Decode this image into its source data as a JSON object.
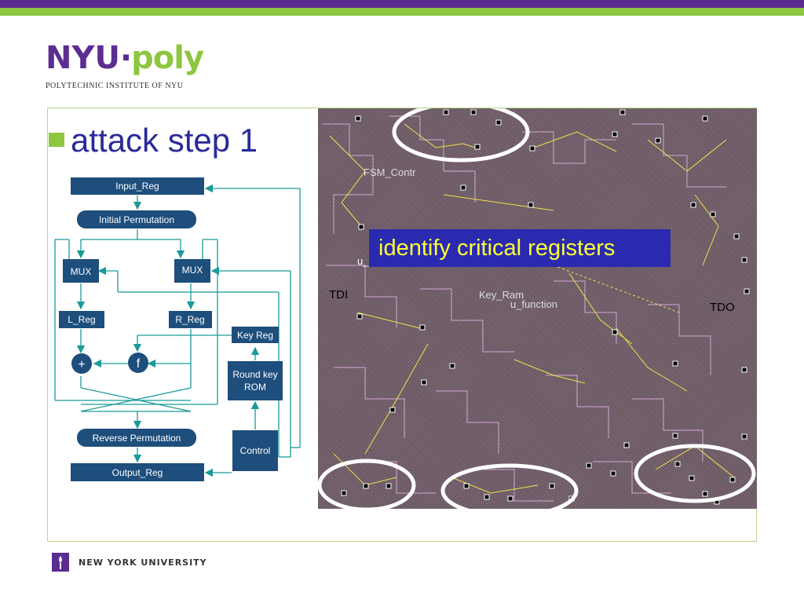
{
  "logo": {
    "nyu": "NYU",
    "dot": "·",
    "poly": "poly",
    "subtitle": "POLYTECHNIC INSTITUTE OF NYU"
  },
  "slide": {
    "title": "attack step 1"
  },
  "diagram": {
    "input_reg": "Input_Reg",
    "initial_perm": "Initial Permutation",
    "mux_left": "MUX",
    "mux_right": "MUX",
    "l_reg": "L_Reg",
    "r_reg": "R_Reg",
    "key_reg": "Key Reg",
    "round_key_rom_line1": "Round key",
    "round_key_rom_line2": "ROM",
    "xor_symbol": "+",
    "f_symbol": "f",
    "reverse_perm": "Reverse Permutation",
    "control": "Control",
    "output_reg": "Output_Reg"
  },
  "layout": {
    "fsm_label": "FSM_Contr",
    "u_label": "u_",
    "key_ram_label": "Key_Ram",
    "u_function_label": "u_function",
    "tdi_label": "TDI",
    "tdo_label": "TDO"
  },
  "callout": {
    "text": "identify critical registers"
  },
  "footer": {
    "text": "NEW YORK UNIVERSITY"
  },
  "colors": {
    "purple": "#5c2d91",
    "green": "#8dc63f",
    "diagram_box": "#1d4e7c",
    "arrow": "#1a9a9a",
    "callout_bg": "#2a2ab0",
    "callout_text": "#ffff33"
  }
}
